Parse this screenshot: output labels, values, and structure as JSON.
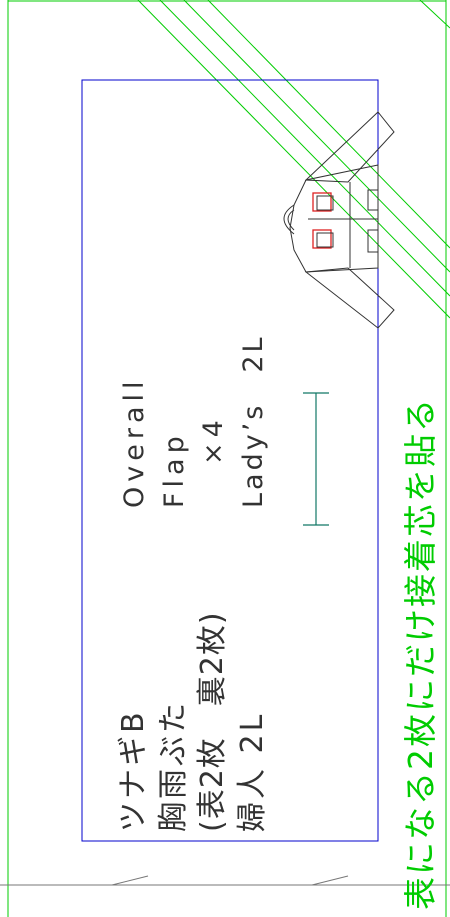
{
  "colors": {
    "green": "#00cc00",
    "blue": "#0000cc",
    "black": "#333333",
    "teal": "#117766",
    "red": "#dd2222",
    "gray": "#777777"
  },
  "label_en": {
    "line1": "Overall",
    "line2": "Flap",
    "line3": "×4",
    "line4": "Lady’s　2L"
  },
  "label_jp": {
    "line1": "ツナギB",
    "line2": "胸雨ぶた",
    "line3": "(表2枚　裏2枚)",
    "line4": "婦人 2L"
  },
  "note": "表になる2枚にだけ接着芯を貼る",
  "icons": {
    "garment": "overall-garment-icon",
    "grainline": "grainline-arrow-icon"
  }
}
